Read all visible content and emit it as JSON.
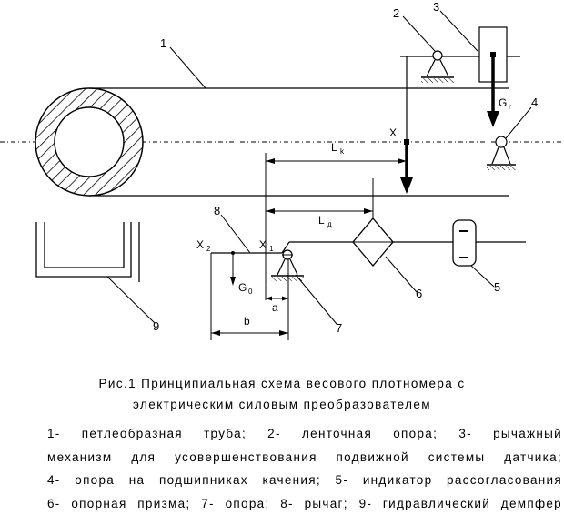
{
  "diagram": {
    "labels": {
      "n1": "1",
      "n2": "2",
      "n3": "3",
      "n4": "4",
      "n5": "5",
      "n6": "6",
      "n7": "7",
      "n8": "8",
      "n9": "9",
      "x_top": "X",
      "x1": "X",
      "x1_sub": "1",
      "x2": "X",
      "x2_sub": "2",
      "gr": "G",
      "gr_sub": "r",
      "g0": "G",
      "g0_sub": "0",
      "lk": "L",
      "lk_sub": "k",
      "ld": "L",
      "ld_sub": "д",
      "a": "a",
      "b": "b"
    }
  },
  "caption": {
    "line1": "Рис.1 Принципиальная схема весового плотномера с",
    "line2": "электрическим силовым преобразователем"
  },
  "legend": {
    "line1": "1- петлеобразная труба; 2- ленточная опора; 3- рычажный",
    "line2": "механизм для усовершенствования подвижной системы датчика;",
    "line3": "4- опора на подшипниках качения; 5- индикатор рассогласования",
    "line4": "6- опорная призма; 7- опора; 8- рычаг; 9- гидравлический демпфер"
  }
}
